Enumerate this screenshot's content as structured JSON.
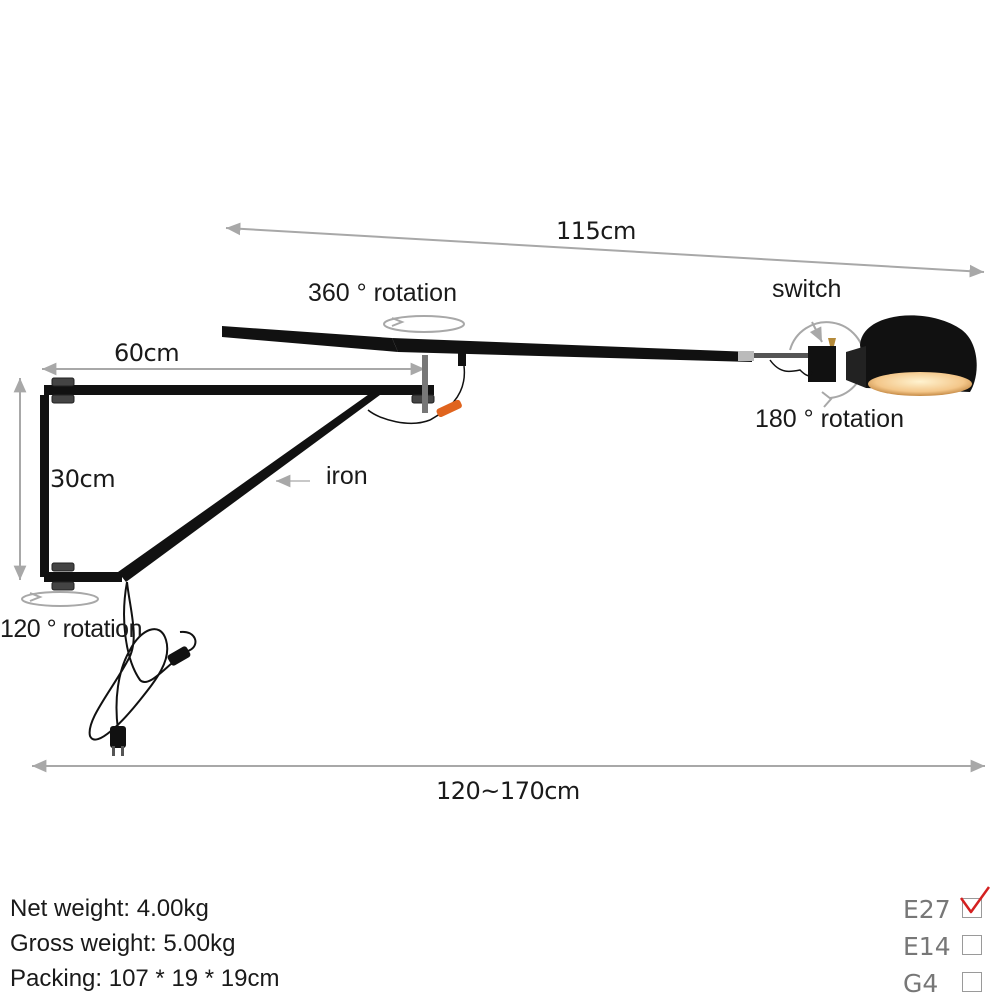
{
  "labels": {
    "width_top": "115cm",
    "rotation_arm": "360 ° rotation",
    "switch": "switch",
    "arm_length": "60cm",
    "height": "30cm",
    "material": "iron",
    "rotation_shade": "180 ° rotation",
    "rotation_base": "120 ° rotation",
    "width_total": "120~170cm"
  },
  "specs": {
    "net_weight": "Net weight: 4.00kg",
    "gross_weight": "Gross weight: 5.00kg",
    "packing": "Packing: 107 * 19 * 19cm"
  },
  "sockets": [
    {
      "name": "E27",
      "checked": true
    },
    {
      "name": "E14",
      "checked": false
    },
    {
      "name": "G4",
      "checked": false
    }
  ],
  "colors": {
    "metal": "#111111",
    "dimension_line": "#a8a8a8",
    "check": "#d42020",
    "cord_accent": "#e0641e",
    "bulb_glow": "#f4c78a"
  }
}
